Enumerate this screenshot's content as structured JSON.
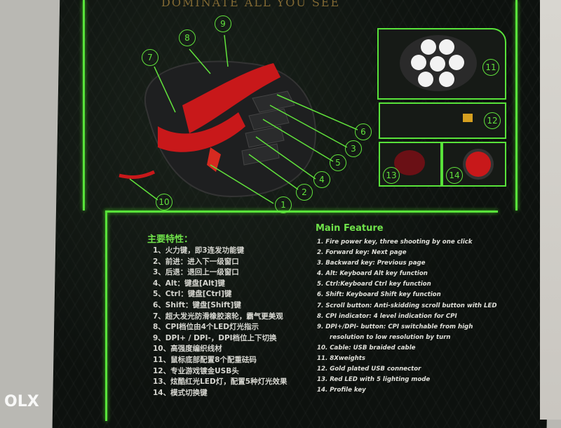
{
  "header": {
    "text": "DOMINATE ALL YOU SEE"
  },
  "callouts": [
    "1",
    "2",
    "3",
    "4",
    "5",
    "6",
    "7",
    "8",
    "9",
    "10",
    "11",
    "12",
    "13",
    "14"
  ],
  "main_feature": {
    "title": "Main Feature",
    "items": [
      "1. Fire power key, three shooting by one click",
      "2. Forward key: Next page",
      "3. Backward key: Previous page",
      "4. Alt: Keyboard Alt key function",
      "5. Ctrl:Keyboard Ctrl key function",
      "6. Shift: Keyboard Shift key function",
      "7. Scroll button: Anti-skidding scroll button with LED",
      "8. CPI indicator: 4 level indication for CPI",
      "9. DPI+/DPI- button: CPI switchable from high",
      "resolution to low  resolution by turn",
      "10. Cable: USB braided cable",
      "11. 8Xweights",
      "12. Gold plated USB connector",
      "13. Red LED with 5 lighting mode",
      "14. Profile key"
    ]
  },
  "cn_feature": {
    "title": "主要特性：",
    "items": [
      "1、火力键，即3连发功能键",
      "2、前进：进入下一级窗口",
      "3、后退：退回上一级窗口",
      "4、Alt：键盘[Alt]键",
      "5、Ctrl：键盘[Ctrl]键",
      "6、Shift：键盘[Shift]键",
      "7、超大发光防滑橡胶滚轮，霸气更美观",
      "8、CPI档位由4个LED灯光指示",
      "9、DPI+ / DPI-，DPI档位上下切换",
      "10、高强度编织线材",
      "11、鼠标底部配置8个配重砝码",
      "12、专业游戏镀金USB头",
      "13、炫酷红光LED灯，配置5种灯光效果",
      "14、模式切换键"
    ]
  },
  "watermark": "OLX",
  "colors": {
    "accent": "#58e23a",
    "background": "#0d110e",
    "mouse_red": "#c8181a"
  }
}
